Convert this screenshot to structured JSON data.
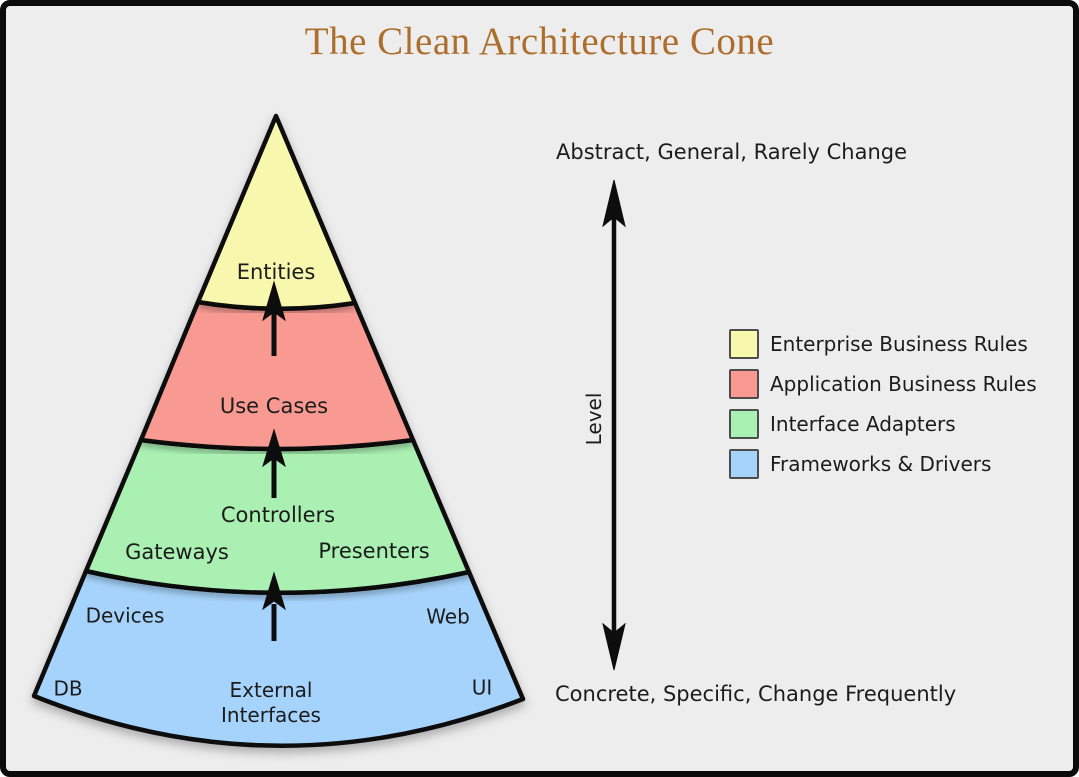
{
  "title": "The Clean Architecture Cone",
  "colors": {
    "background": "#ededed",
    "border": "#0b0b0b",
    "outline": "#0d0d0d",
    "title_text": "#ad6e2c",
    "label_text": "#1c1c1c"
  },
  "cone": {
    "layers": [
      {
        "legend_label": "Enterprise Business Rules",
        "color": "#f8f7ae",
        "cone_labels": [
          "Entities"
        ]
      },
      {
        "legend_label": "Application Business Rules",
        "color": "#f89a92",
        "cone_labels": [
          "Use Cases"
        ]
      },
      {
        "legend_label": "Interface Adapters",
        "color": "#a9f0b2",
        "cone_labels": [
          "Controllers",
          "Gateways",
          "Presenters"
        ]
      },
      {
        "legend_label": "Frameworks & Drivers",
        "color": "#a6d3fb",
        "cone_labels": [
          "Devices",
          "Web",
          "DB",
          "External\nInterfaces",
          "UI"
        ]
      }
    ]
  },
  "axis": {
    "label": "Level",
    "top_caption": "Abstract, General, Rarely Change",
    "bottom_caption": "Concrete, Specific, Change Frequently"
  }
}
